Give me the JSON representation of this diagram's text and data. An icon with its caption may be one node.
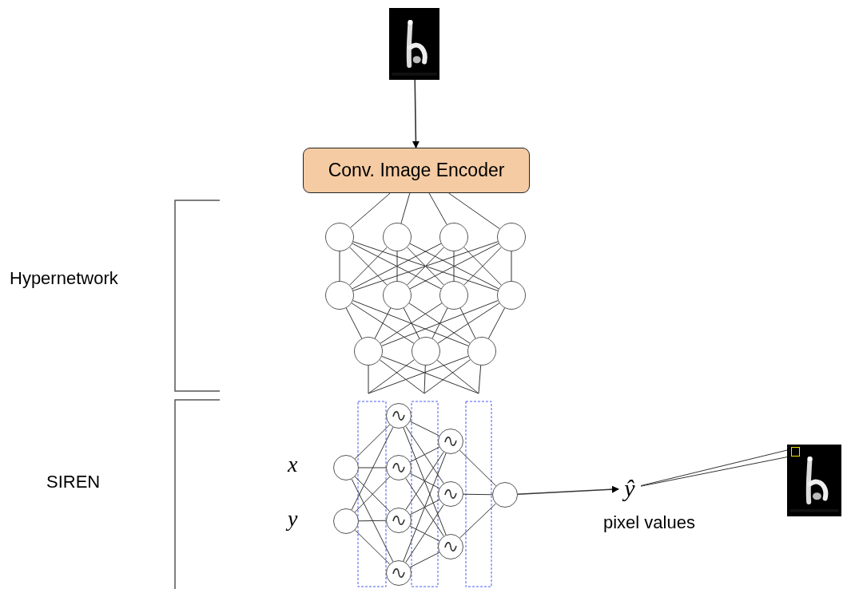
{
  "diagram": {
    "nodes": [
      {
        "text": [],
        "shape": "picture"
      },
      {
        "text": [
          "Conv. Image Encoder"
        ]
      },
      {
        "text": [],
        "shape": "circle"
      },
      {
        "text": [],
        "shape": "circle"
      },
      {
        "text": [],
        "shape": "circle"
      },
      {
        "text": [],
        "shape": "circle"
      },
      {
        "text": [],
        "shape": "circle"
      },
      {
        "text": [],
        "shape": "circle"
      },
      {
        "text": [],
        "shape": "circle"
      },
      {
        "text": [],
        "shape": "circle"
      },
      {
        "text": [],
        "shape": "circle"
      },
      {
        "text": [],
        "shape": "circle"
      },
      {
        "text": [],
        "shape": "circle"
      },
      {
        "text": [],
        "shape": "circle",
        "beside": [
          "x"
        ]
      },
      {
        "text": [],
        "shape": "circle",
        "beside": [
          "y"
        ]
      },
      {
        "text": [],
        "shape": "circle"
      },
      {
        "text": [],
        "shape": "circle"
      },
      {
        "text": [],
        "shape": "circle"
      },
      {
        "text": [],
        "shape": "circle"
      },
      {
        "text": [],
        "shape": "circle"
      },
      {
        "text": [],
        "shape": "circle"
      },
      {
        "text": [],
        "shape": "circle"
      },
      {
        "text": [],
        "shape": "circle"
      },
      {
        "text": [
          "ŷ"
        ],
        "beside": [
          "pixel values"
        ]
      },
      {
        "text": [],
        "shape": "picture"
      },
      {
        "text": [],
        "shape": "box",
        "in": 24
      }
    ],
    "edges": [
      {
        "from": 0,
        "to": 1,
        "arrow": "to"
      },
      {
        "from": 1,
        "to": 2,
        "arrow": "none"
      },
      {
        "from": 1,
        "to": 3,
        "arrow": "none"
      },
      {
        "from": 1,
        "to": 4,
        "arrow": "none"
      },
      {
        "from": 1,
        "to": 5,
        "arrow": "none"
      },
      {
        "from": 2,
        "to": 6,
        "arrow": "none"
      },
      {
        "from": 2,
        "to": 7,
        "arrow": "none"
      },
      {
        "from": 2,
        "to": 8,
        "arrow": "none"
      },
      {
        "from": 2,
        "to": 9,
        "arrow": "none"
      },
      {
        "from": 3,
        "to": 6,
        "arrow": "none"
      },
      {
        "from": 3,
        "to": 7,
        "arrow": "none"
      },
      {
        "from": 3,
        "to": 8,
        "arrow": "none"
      },
      {
        "from": 3,
        "to": 9,
        "arrow": "none"
      },
      {
        "from": 4,
        "to": 6,
        "arrow": "none"
      },
      {
        "from": 4,
        "to": 7,
        "arrow": "none"
      },
      {
        "from": 4,
        "to": 8,
        "arrow": "none"
      },
      {
        "from": 4,
        "to": 9,
        "arrow": "none"
      },
      {
        "from": 5,
        "to": 6,
        "arrow": "none"
      },
      {
        "from": 5,
        "to": 7,
        "arrow": "none"
      },
      {
        "from": 5,
        "to": 8,
        "arrow": "none"
      },
      {
        "from": 5,
        "to": 9,
        "arrow": "none"
      },
      {
        "from": 6,
        "to": 10,
        "arrow": "none"
      },
      {
        "from": 6,
        "to": 11,
        "arrow": "none"
      },
      {
        "from": 6,
        "to": 12,
        "arrow": "none"
      },
      {
        "from": 7,
        "to": 10,
        "arrow": "none"
      },
      {
        "from": 7,
        "to": 11,
        "arrow": "none"
      },
      {
        "from": 7,
        "to": 12,
        "arrow": "none"
      },
      {
        "from": 8,
        "to": 10,
        "arrow": "none"
      },
      {
        "from": 8,
        "to": 11,
        "arrow": "none"
      },
      {
        "from": 8,
        "to": 12,
        "arrow": "none"
      },
      {
        "from": 9,
        "to": 10,
        "arrow": "none"
      },
      {
        "from": 9,
        "to": 11,
        "arrow": "none"
      },
      {
        "from": 9,
        "to": 12,
        "arrow": "none"
      },
      {
        "from": 10,
        "to": null,
        "arrow": "none"
      },
      {
        "from": 10,
        "to": null,
        "arrow": "none"
      },
      {
        "from": 10,
        "to": null,
        "arrow": "none"
      },
      {
        "from": 11,
        "to": null,
        "arrow": "none"
      },
      {
        "from": 11,
        "to": null,
        "arrow": "none"
      },
      {
        "from": 11,
        "to": null,
        "arrow": "none"
      },
      {
        "from": 12,
        "to": null,
        "arrow": "none"
      },
      {
        "from": 12,
        "to": null,
        "arrow": "none"
      },
      {
        "from": 12,
        "to": null,
        "arrow": "none"
      },
      {
        "from": 13,
        "to": 15,
        "arrow": "none"
      },
      {
        "from": 13,
        "to": 16,
        "arrow": "none"
      },
      {
        "from": 13,
        "to": 17,
        "arrow": "none"
      },
      {
        "from": 13,
        "to": 18,
        "arrow": "none"
      },
      {
        "from": 14,
        "to": 15,
        "arrow": "none"
      },
      {
        "from": 14,
        "to": 16,
        "arrow": "none"
      },
      {
        "from": 14,
        "to": 17,
        "arrow": "none"
      },
      {
        "from": 14,
        "to": 18,
        "arrow": "none"
      },
      {
        "from": 15,
        "to": 19,
        "arrow": "none"
      },
      {
        "from": 15,
        "to": 20,
        "arrow": "none"
      },
      {
        "from": 15,
        "to": 21,
        "arrow": "none"
      },
      {
        "from": 16,
        "to": 19,
        "arrow": "none"
      },
      {
        "from": 16,
        "to": 20,
        "arrow": "none"
      },
      {
        "from": 16,
        "to": 21,
        "arrow": "none"
      },
      {
        "from": 17,
        "to": 19,
        "arrow": "none"
      },
      {
        "from": 17,
        "to": 20,
        "arrow": "none"
      },
      {
        "from": 17,
        "to": 21,
        "arrow": "none"
      },
      {
        "from": 18,
        "to": 19,
        "arrow": "none"
      },
      {
        "from": 18,
        "to": 20,
        "arrow": "none"
      },
      {
        "from": 18,
        "to": 21,
        "arrow": "none"
      },
      {
        "from": 19,
        "to": 22,
        "arrow": "none"
      },
      {
        "from": 20,
        "to": 22,
        "arrow": "none"
      },
      {
        "from": 21,
        "to": 22,
        "arrow": "none"
      },
      {
        "from": 22,
        "to": 23,
        "arrow": "to"
      },
      {
        "from": 23,
        "to": 25,
        "arrow": "none"
      },
      {
        "from": 23,
        "to": 25,
        "arrow": "none"
      }
    ],
    "labels": [
      "Hypernetwork",
      "SIREN"
    ]
  }
}
